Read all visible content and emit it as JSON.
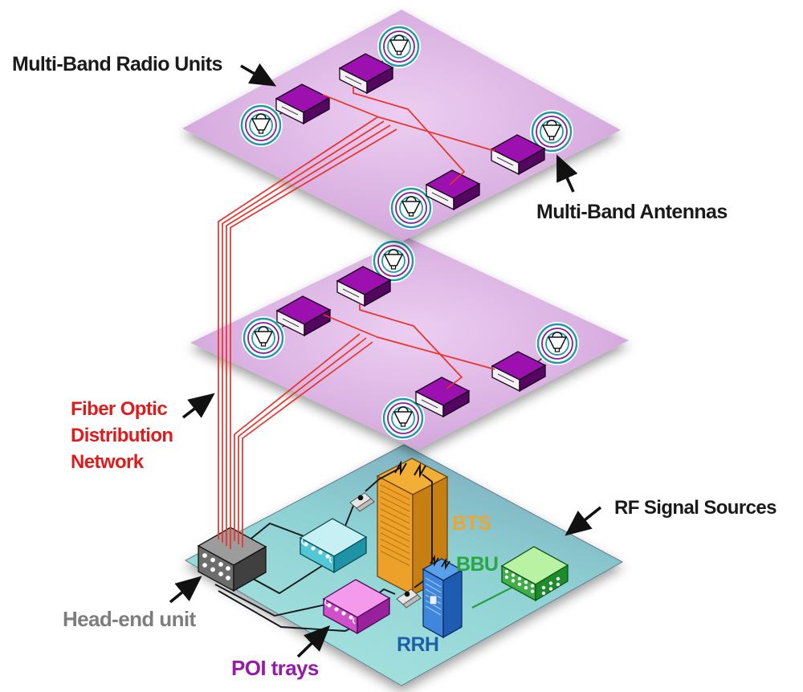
{
  "labels": {
    "radio_units": "Multi-Band Radio Units",
    "antennas": "Multi-Band Antennas",
    "fiber_lines": [
      "Fiber Optic",
      "Distribution",
      "Network"
    ],
    "rf_sources": "RF Signal Sources",
    "head_end": "Head-end unit",
    "poi_trays": "POI trays",
    "bts": "BTS",
    "bbu": "BBU",
    "rrh": "RRH"
  },
  "colors": {
    "label_black": "#1a1a1a",
    "label_red": "#e01b1b",
    "label_gray": "#7d7d7d",
    "label_purple": "#951ba8",
    "label_orange": "#eda62e",
    "label_green": "#27a83e",
    "label_blue": "#1d5fa8",
    "fiber_red": "#e8322a",
    "floor_lavender": "#dcb4e3",
    "ground_teal": "#8fd2d4",
    "radio_unit_purple": "#9b10ae",
    "bts_orange": "#eda02a",
    "rrh_blue": "#3f86dc",
    "bbu_green": "#3fae46",
    "head_end_gray": "#6d6d6d",
    "poi_tray_pink": "#d050cc",
    "poi_tray_cyan": "#54c6d6"
  },
  "diagram": {
    "antenna_floors": [
      {
        "position": "top",
        "radio_units": 4,
        "antennas": 4
      },
      {
        "position": "middle",
        "radio_units": 4,
        "antennas": 4
      }
    ],
    "ground_components": [
      "Head-end unit",
      "POI trays",
      "BTS",
      "BBU",
      "RRH"
    ]
  }
}
